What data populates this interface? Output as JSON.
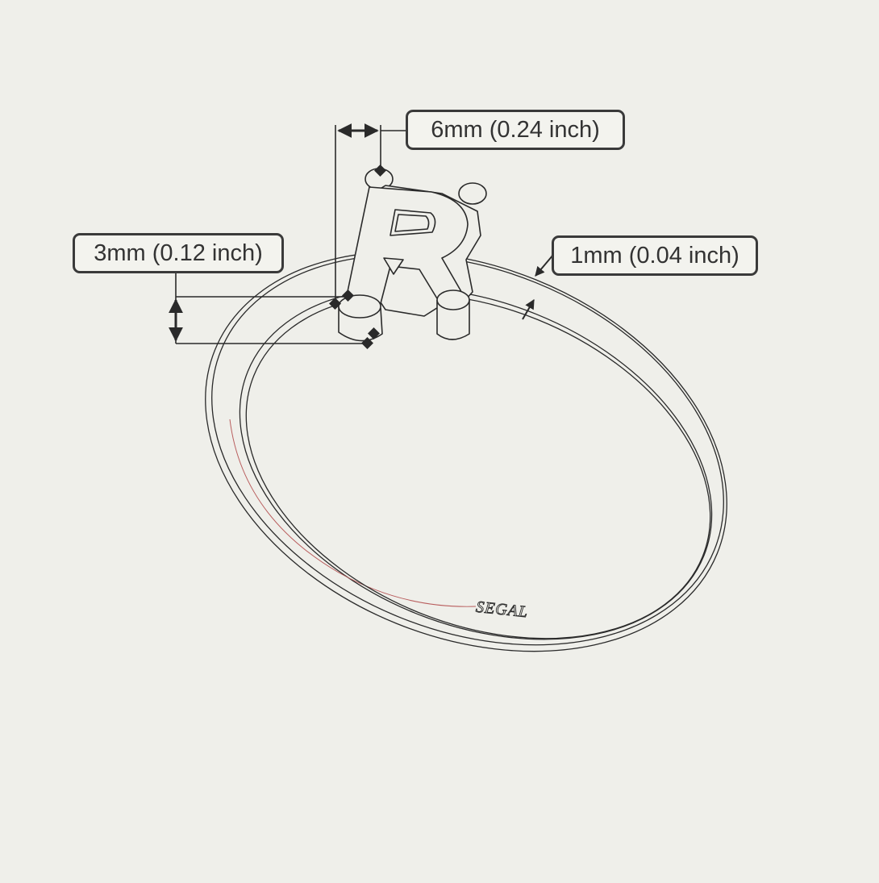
{
  "dimensions": {
    "width_label": "6mm (0.24 inch)",
    "height_label": "3mm (0.12 inch)",
    "band_label": "1mm (0.04 inch)"
  },
  "engraving": "SEGAL",
  "colors": {
    "background": "#efefea",
    "line": "#2a2a2a",
    "label_border": "#3a3a3a",
    "inner_edge_accent": "#b85c5c"
  }
}
